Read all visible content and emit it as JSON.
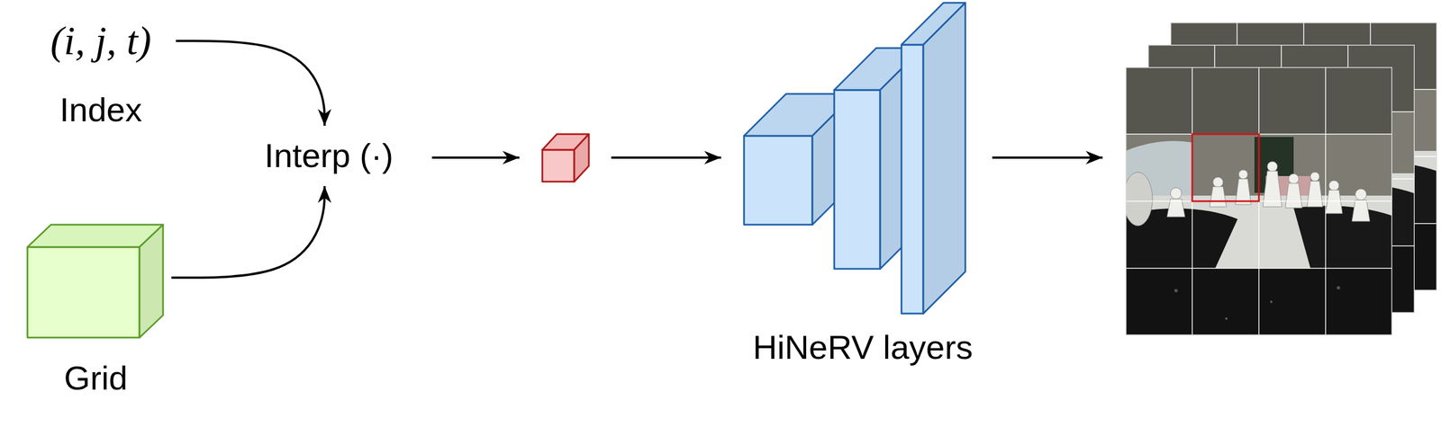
{
  "diagram": {
    "nodes": [
      {
        "text": [
          "(i, j, t)",
          "Index"
        ]
      },
      {
        "text": [
          "Grid"
        ]
      },
      {
        "text": [
          "Interp (·)"
        ]
      },
      {
        "text": [
          "HiNeRV layers"
        ]
      }
    ],
    "edges": [
      {
        "from": 0,
        "to": 2,
        "arrow": "to"
      },
      {
        "from": 1,
        "to": 2,
        "arrow": "to"
      }
    ]
  }
}
